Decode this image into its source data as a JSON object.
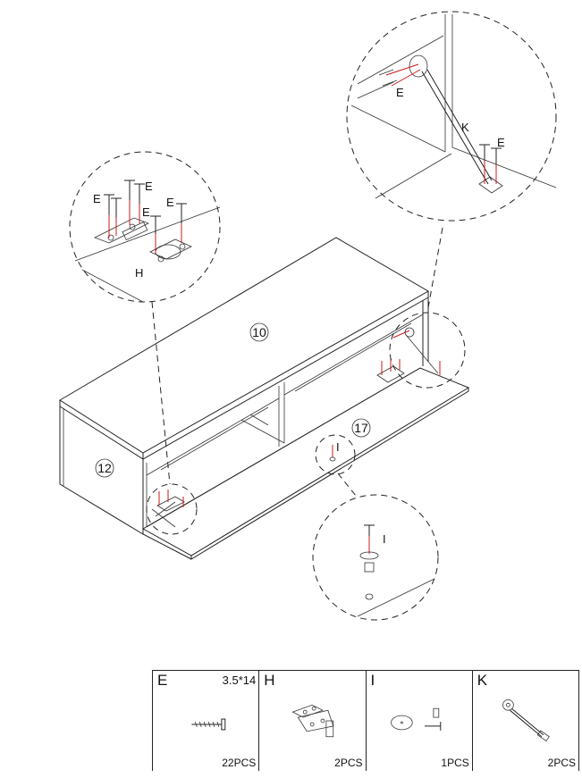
{
  "callouts": {
    "top_left": [
      "E",
      "E",
      "E",
      "E",
      "H"
    ],
    "top_right": [
      "E",
      "K",
      "E"
    ],
    "bottom": [
      "I",
      "I"
    ]
  },
  "panels": {
    "top": "10",
    "side": "12",
    "door": "17"
  },
  "parts": [
    {
      "letter": "E",
      "spec": "3.5*14",
      "qty": "22PCS",
      "icon": "screw-icon"
    },
    {
      "letter": "H",
      "spec": "",
      "qty": "2PCS",
      "icon": "hinge-icon"
    },
    {
      "letter": "I",
      "spec": "",
      "qty": "1PCS",
      "icon": "magnet-catch-icon"
    },
    {
      "letter": "K",
      "spec": "",
      "qty": "2PCS",
      "icon": "flap-stay-icon"
    }
  ]
}
